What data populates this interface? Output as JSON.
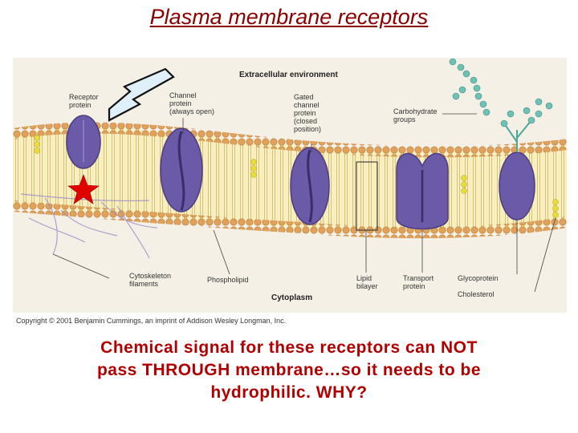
{
  "title": "Plasma membrane receptors",
  "figure": {
    "header": "Extracellular environment",
    "footer": "Cytoplasm",
    "labels": {
      "receptor": [
        "Receptor",
        "protein"
      ],
      "channel": [
        "Channel",
        "protein",
        "(always open)"
      ],
      "gated": [
        "Gated",
        "channel",
        "protein",
        "(closed",
        "position)"
      ],
      "carbohydrate": [
        "Carbohydrate",
        "groups"
      ],
      "cytoskeleton": [
        "Cytoskeleton",
        "filaments"
      ],
      "phospholipid": "Phospholipid",
      "lipid_bilayer": [
        "Lipid",
        "bilayer"
      ],
      "transport": [
        "Transport",
        "protein"
      ],
      "glycoprotein": "Glycoprotein",
      "cholesterol": "Cholesterol"
    },
    "colors": {
      "protein": "#6a5aa8",
      "membrane_head": "#e0a15a",
      "tail": "#f3e7a8",
      "carbohydrate": "#6fc1b6",
      "star": "#e00000",
      "arrow_fill": "#dff0fb"
    }
  },
  "copyright": "Copyright © 2001 Benjamin Cummings, an imprint of Addison Wesley Longman, Inc.",
  "caption": [
    "Chemical signal for these receptors can NOT",
    "pass THROUGH membrane…so it needs to be",
    "hydrophilic. WHY?"
  ]
}
